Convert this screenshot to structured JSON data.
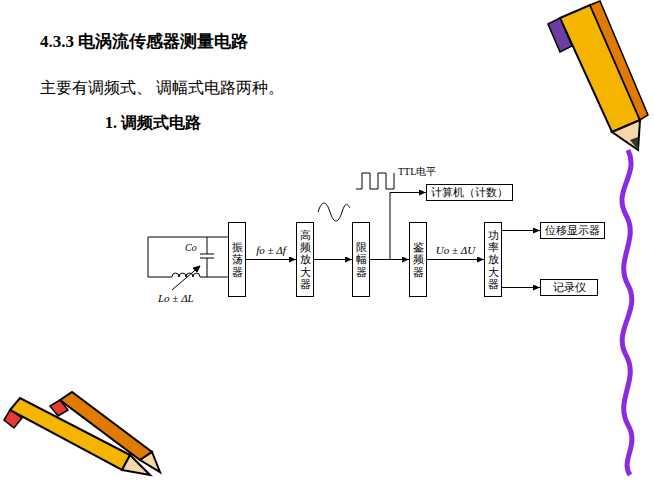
{
  "diagram": {
    "title": "4.3.3 电涡流传感器测量电路",
    "nodes": [
      {
        "text": [
          "振荡器"
        ]
      },
      {
        "text": [
          "高频放大器"
        ]
      },
      {
        "text": [
          "限幅器"
        ]
      },
      {
        "text": [
          "计算机（计数）"
        ]
      },
      {
        "text": [
          "鉴频器"
        ]
      },
      {
        "text": [
          "功率放大器"
        ]
      },
      {
        "text": [
          "位移显示器"
        ]
      },
      {
        "text": [
          "记录仪"
        ]
      }
    ],
    "edges": [
      {
        "from": 0,
        "to": 1,
        "label": "fo ± Δf",
        "arrow": "to"
      },
      {
        "from": 1,
        "to": 2,
        "arrow": "to"
      },
      {
        "from": 2,
        "to": 3,
        "arrow": "to"
      },
      {
        "from": 2,
        "to": 4,
        "arrow": "to"
      },
      {
        "from": 4,
        "to": 5,
        "label": "Uo ± ΔU",
        "arrow": "to"
      },
      {
        "from": 5,
        "to": 6,
        "arrow": "to"
      },
      {
        "from": 5,
        "to": 7,
        "arrow": "to"
      }
    ],
    "labels": [
      "主要有调频式、 调幅式电路两种。",
      "1. 调频式电路",
      "TTL电平",
      "Co",
      "Lo ± ΔL"
    ]
  }
}
